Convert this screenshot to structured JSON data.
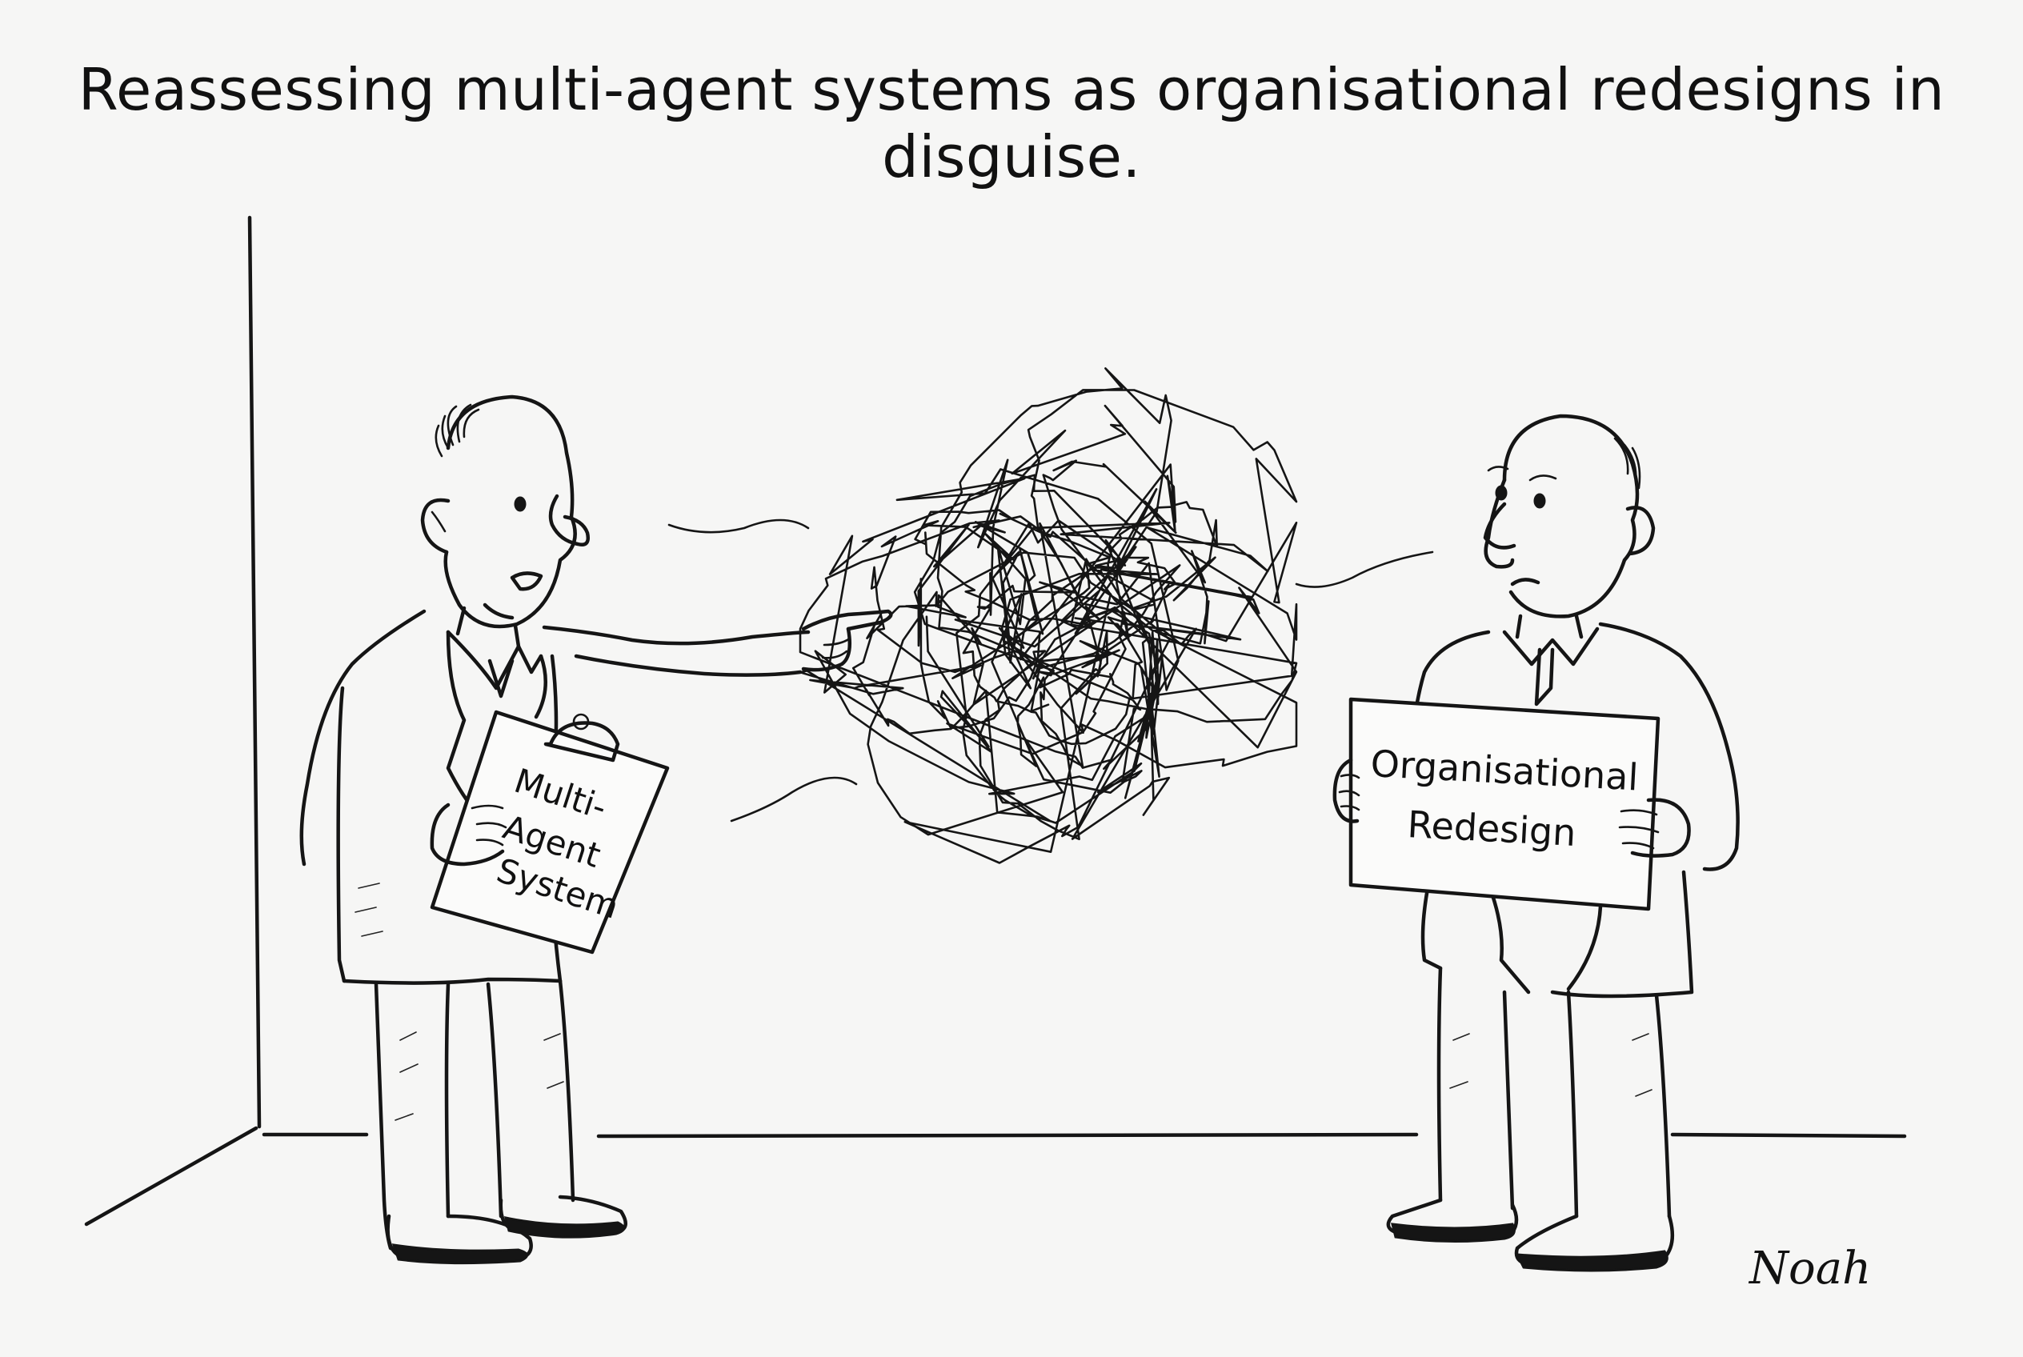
{
  "caption": "Reassessing multi-agent systems as organisational redesigns in disguise.",
  "clipboard": {
    "line1": "Multi-",
    "line2": "Agent",
    "line3": "System"
  },
  "sign": {
    "line1": "Organisational",
    "line2": "Redesign"
  },
  "signature": "Noah"
}
